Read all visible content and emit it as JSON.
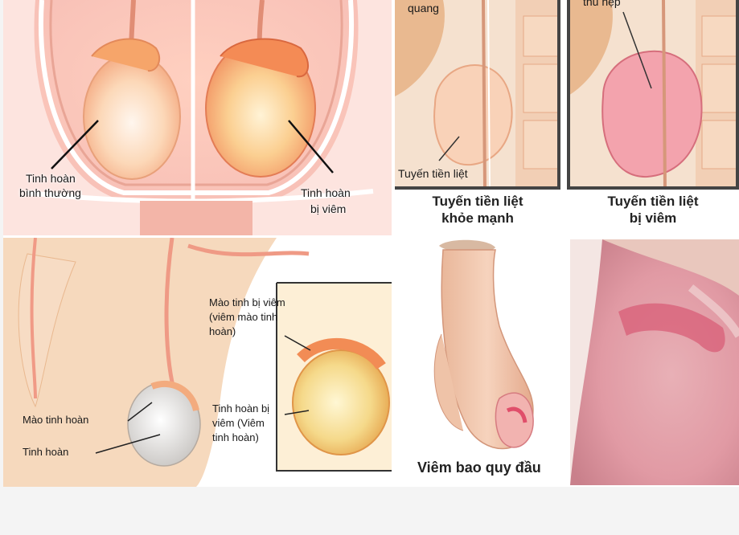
{
  "panel_testicles": {
    "label_normal_line1": "Tinh hoàn",
    "label_normal_line2": "bình thường",
    "label_inflamed_line1": "Tinh hoàn",
    "label_inflamed_line2": "bị viêm"
  },
  "panel_prostate_healthy": {
    "top_label": "quang",
    "inner_label": "Tuyến tiền liệt",
    "caption_line1": "Tuyến tiền liệt",
    "caption_line2": "khỏe mạnh"
  },
  "panel_prostate_inflamed": {
    "top_label": "thu hẹp",
    "caption_line1": "Tuyến tiền liệt",
    "caption_line2": "bị viêm"
  },
  "panel_epididymis": {
    "label_epididymis_inflamed_l1": "Mào tinh bị viêm",
    "label_epididymis_inflamed_l2": "(viêm mào tinh",
    "label_epididymis_inflamed_l3": "hoàn)",
    "label_testis_inflamed_l1": "Tinh hoàn bị",
    "label_testis_inflamed_l2": "viêm (Viêm",
    "label_testis_inflamed_l3": "tinh hoàn)",
    "label_epididymis": "Mào tinh hoàn",
    "label_testis": "Tinh hoàn"
  },
  "panel_balanitis": {
    "caption": "Viêm bao quy đầu"
  },
  "colors": {
    "inflamed": "#f08a6a",
    "skin": "#f6d7bc",
    "page_bg": "#f4f4f4"
  }
}
